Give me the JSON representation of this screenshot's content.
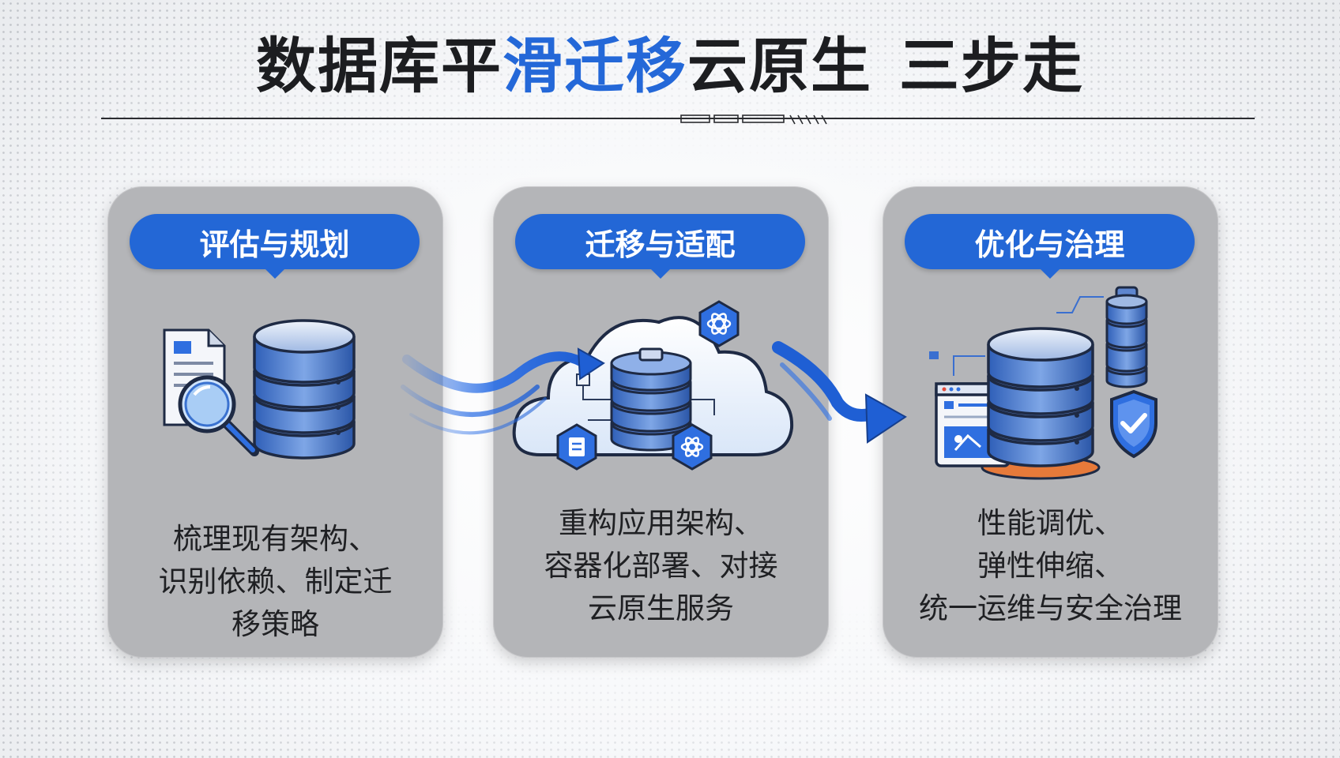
{
  "title": {
    "part1": "数据库平",
    "part2": "滑迁移",
    "part3": "云原生",
    "part4": "三步走"
  },
  "colors": {
    "accent": "#2367d6",
    "card": "#b4b5b8",
    "text": "#1f2023"
  },
  "steps": [
    {
      "label": "评估与规划",
      "lines": [
        "梳理现有架构、",
        "识别依赖、制定迁",
        "移策略"
      ],
      "icons": [
        "document-icon",
        "magnifier-icon",
        "database-icon"
      ]
    },
    {
      "label": "迁移与适配",
      "lines": [
        "重构应用架构、",
        "容器化部署、对接",
        "云原生服务"
      ],
      "icons": [
        "cloud-icon",
        "database-icon",
        "atom-hex-icon",
        "list-hex-icon"
      ]
    },
    {
      "label": "优化与治理",
      "lines": [
        "性能调优、",
        "弹性伸缩、",
        "统一运维与安全治理"
      ],
      "icons": [
        "dashboard-icon",
        "database-icon",
        "small-database-icon",
        "shield-check-icon"
      ]
    }
  ]
}
